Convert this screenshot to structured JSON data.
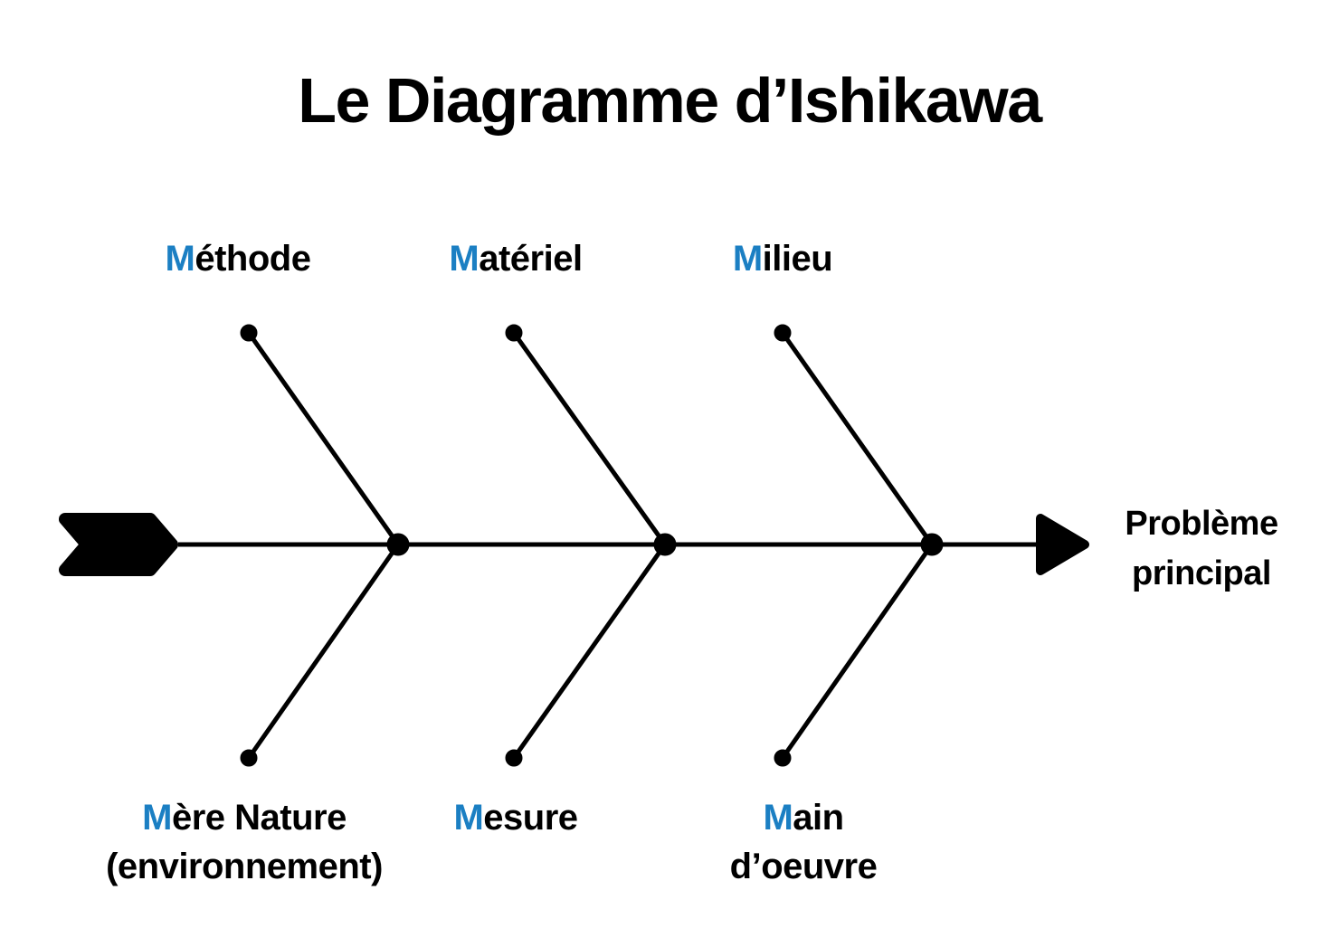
{
  "title": "Le Diagramme d’Ishikawa",
  "colors": {
    "accent_blue": "#1b7fc3",
    "ink": "#000000",
    "background": "#ffffff"
  },
  "diagram": {
    "effect": {
      "line1": "Problème",
      "line2": "principal"
    },
    "causes_top": [
      {
        "initial": "M",
        "rest": "éthode"
      },
      {
        "initial": "M",
        "rest": "atériel"
      },
      {
        "initial": "M",
        "rest": "ilieu"
      }
    ],
    "causes_bottom": [
      {
        "initial": "M",
        "rest": "ère Nature",
        "line2": "(environnement)"
      },
      {
        "initial": "M",
        "rest": "esure"
      },
      {
        "initial": "M",
        "rest": "ain",
        "line2": "d’oeuvre"
      }
    ]
  }
}
